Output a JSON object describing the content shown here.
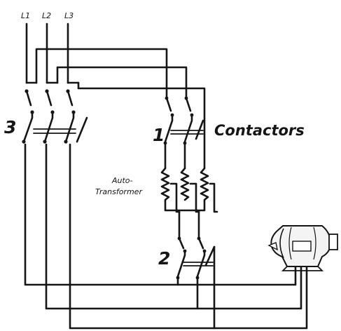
{
  "lines": [
    "L1",
    "L2",
    "L3"
  ],
  "contactor_numbers": [
    "1",
    "2",
    "3"
  ],
  "heading": "Contactors",
  "autotransformer_label": [
    "Auto-",
    "Transformer"
  ]
}
